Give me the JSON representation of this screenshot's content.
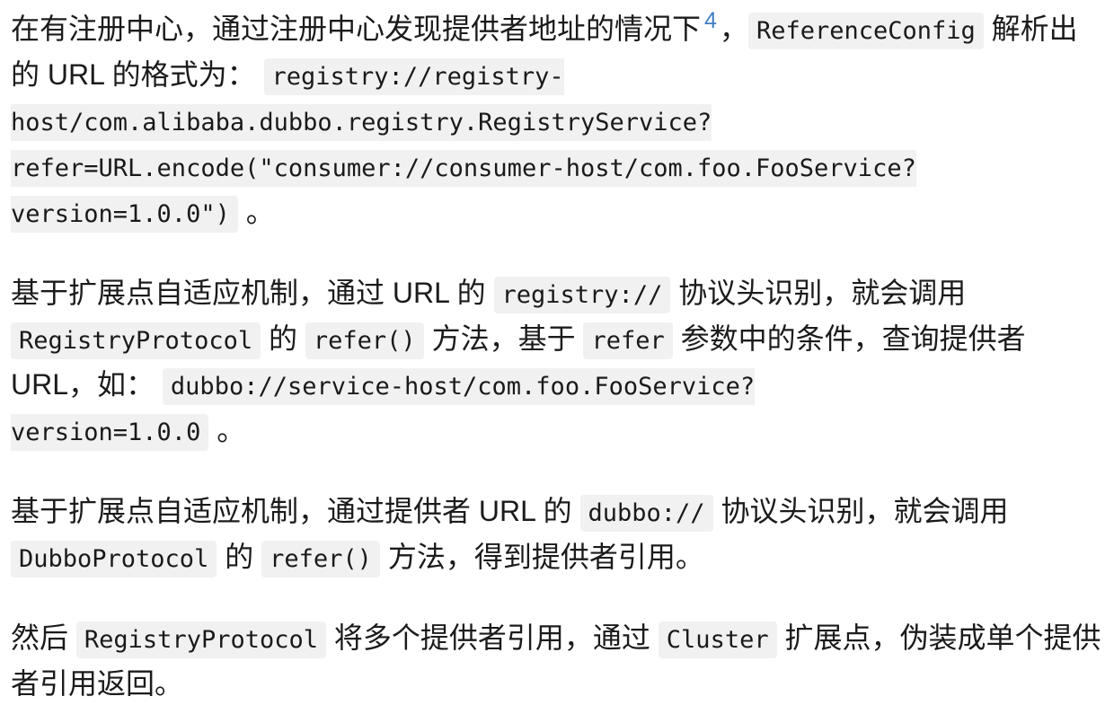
{
  "page": {
    "background": "#ffffff",
    "text_color": "#1b1b1b",
    "code_background": "#f1f1f2",
    "code_text_color": "#1a1a1a",
    "footnote_link_color": "#3e7ec4"
  },
  "content": {
    "paragraphs": [
      {
        "name": "paragraph-registry-reference-url",
        "segments": [
          {
            "t": "text",
            "v": "在有注册中心，通过注册中心发现提供者地址的情况下"
          },
          {
            "t": "footnote",
            "v": "4"
          },
          {
            "t": "text",
            "v": "，"
          },
          {
            "t": "code",
            "v": "ReferenceConfig"
          },
          {
            "t": "text",
            "v": " 解析出的 URL 的格式为： "
          },
          {
            "t": "code",
            "v": "registry://registry-host/com.alibaba.dubbo.registry.RegistryService?refer=URL.encode(\"consumer://consumer-host/com.foo.FooService?version=1.0.0\")",
            "lines": [
              "registry://registry-",
              "host/com.alibaba.dubbo.registry.RegistryService?",
              "refer=URL.encode(\"consumer://consumer-host/com.foo.FooService?",
              "version=1.0.0\")"
            ]
          },
          {
            "t": "text",
            "v": " 。"
          }
        ]
      },
      {
        "name": "paragraph-registry-protocol-refer",
        "segments": [
          {
            "t": "text",
            "v": "基于扩展点自适应机制，通过 URL 的 "
          },
          {
            "t": "code",
            "v": "registry://"
          },
          {
            "t": "text",
            "v": " 协议头识别，就会调用 "
          },
          {
            "t": "code",
            "v": "RegistryProtocol"
          },
          {
            "t": "text",
            "v": " 的 "
          },
          {
            "t": "code",
            "v": "refer()"
          },
          {
            "t": "text",
            "v": " 方法，基于 "
          },
          {
            "t": "code",
            "v": "refer"
          },
          {
            "t": "text",
            "v": " 参数中的条件，查询提供者 URL，如： "
          },
          {
            "t": "code",
            "v": "dubbo://service-host/com.foo.FooService?version=1.0.0",
            "lines": [
              "dubbo://service-host/com.foo.FooService?",
              "version=1.0.0"
            ]
          },
          {
            "t": "text",
            "v": " 。"
          }
        ]
      },
      {
        "name": "paragraph-dubbo-protocol-refer",
        "segments": [
          {
            "t": "text",
            "v": "基于扩展点自适应机制，通过提供者 URL 的 "
          },
          {
            "t": "code",
            "v": "dubbo://"
          },
          {
            "t": "text",
            "v": " 协议头识别，就会调用 "
          },
          {
            "t": "code",
            "v": "DubboProtocol"
          },
          {
            "t": "text",
            "v": " 的 "
          },
          {
            "t": "code",
            "v": "refer()"
          },
          {
            "t": "text",
            "v": " 方法，得到提供者引用。"
          }
        ]
      },
      {
        "name": "paragraph-cluster-merge",
        "segments": [
          {
            "t": "text",
            "v": "然后 "
          },
          {
            "t": "code",
            "v": "RegistryProtocol"
          },
          {
            "t": "text",
            "v": " 将多个提供者引用，通过 "
          },
          {
            "t": "code",
            "v": "Cluster"
          },
          {
            "t": "text",
            "v": " 扩展点，伪装成单个提供者引用返回。"
          }
        ]
      }
    ]
  }
}
